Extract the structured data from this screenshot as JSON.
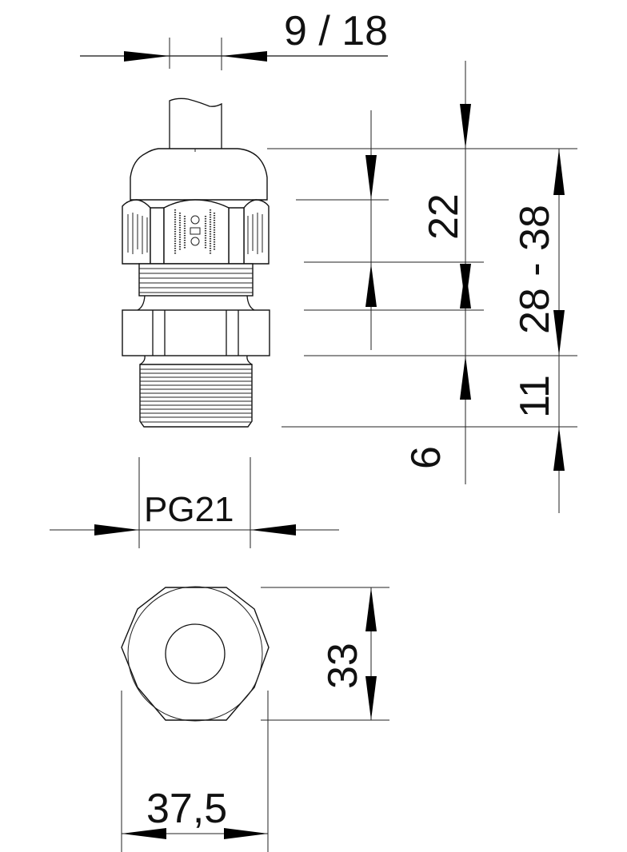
{
  "drawing": {
    "type": "technical-drawing",
    "subject": "cable gland",
    "dimensions": {
      "cable_range": "9 / 18",
      "height_top": "22",
      "total_height": "28 - 38",
      "thread_length": "11",
      "base_offset": "6",
      "thread_size": "PG21",
      "hex_height": "33",
      "hex_width": "37,5"
    },
    "colors": {
      "line": "#111111",
      "background": "#ffffff"
    }
  }
}
